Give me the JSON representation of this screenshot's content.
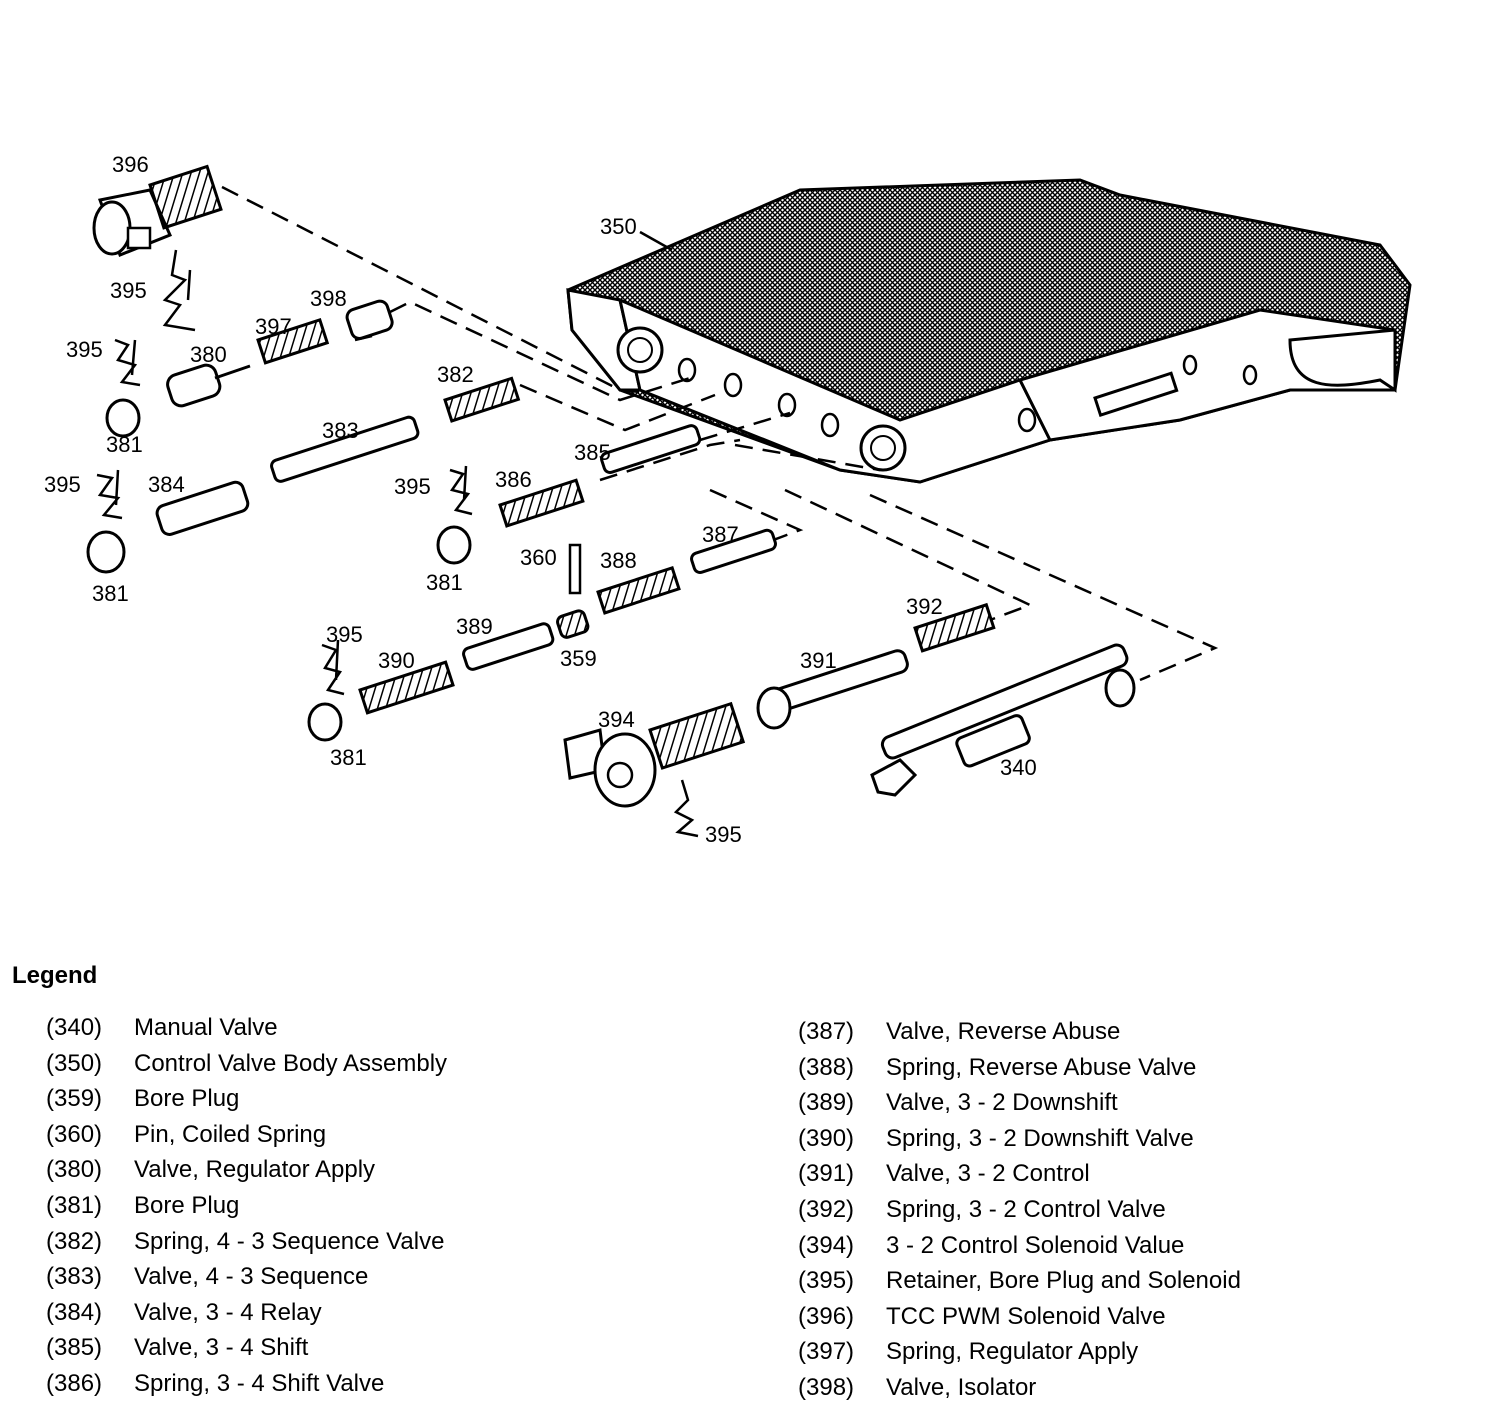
{
  "callouts": {
    "c396": "396",
    "c395a": "395",
    "c350": "350",
    "c398": "398",
    "c397": "397",
    "c395b": "395",
    "c380": "380",
    "c381a": "381",
    "c382": "382",
    "c383": "383",
    "c395c": "395",
    "c384": "384",
    "c381b": "381",
    "c385": "385",
    "c395d": "395",
    "c386": "386",
    "c381c": "381",
    "c360": "360",
    "c388": "388",
    "c387": "387",
    "c389": "389",
    "c359": "359",
    "c395e": "395",
    "c390": "390",
    "c381d": "381",
    "c392": "392",
    "c391": "391",
    "c394": "394",
    "c340": "340",
    "c395f": "395"
  },
  "legend": {
    "title": "Legend",
    "left": [
      {
        "code": "(340)",
        "label": "Manual Valve"
      },
      {
        "code": "(350)",
        "label": "Control Valve Body Assembly"
      },
      {
        "code": "(359)",
        "label": "Bore Plug"
      },
      {
        "code": "(360)",
        "label": "Pin, Coiled Spring"
      },
      {
        "code": "(380)",
        "label": "Valve, Regulator Apply"
      },
      {
        "code": "(381)",
        "label": "Bore Plug"
      },
      {
        "code": "(382)",
        "label": "Spring, 4 - 3 Sequence Valve"
      },
      {
        "code": "(383)",
        "label": "Valve, 4 - 3 Sequence"
      },
      {
        "code": "(384)",
        "label": "Valve, 3 - 4 Relay"
      },
      {
        "code": "(385)",
        "label": "Valve, 3 - 4 Shift"
      },
      {
        "code": "(386)",
        "label": "Spring, 3 - 4 Shift Valve"
      }
    ],
    "right": [
      {
        "code": "(387)",
        "label": "Valve, Reverse Abuse"
      },
      {
        "code": "(388)",
        "label": "Spring, Reverse Abuse Valve"
      },
      {
        "code": "(389)",
        "label": "Valve, 3 - 2 Downshift"
      },
      {
        "code": "(390)",
        "label": "Spring, 3 - 2 Downshift Valve"
      },
      {
        "code": "(391)",
        "label": "Valve, 3 - 2 Control"
      },
      {
        "code": "(392)",
        "label": "Spring, 3 - 2 Control Valve"
      },
      {
        "code": "(394)",
        "label": "3 - 2 Control Solenoid Value"
      },
      {
        "code": "(395)",
        "label": "Retainer, Bore Plug and Solenoid"
      },
      {
        "code": "(396)",
        "label": "TCC PWM Solenoid Valve"
      },
      {
        "code": "(397)",
        "label": "Spring, Regulator Apply"
      },
      {
        "code": "(398)",
        "label": "Valve, Isolator"
      }
    ]
  }
}
